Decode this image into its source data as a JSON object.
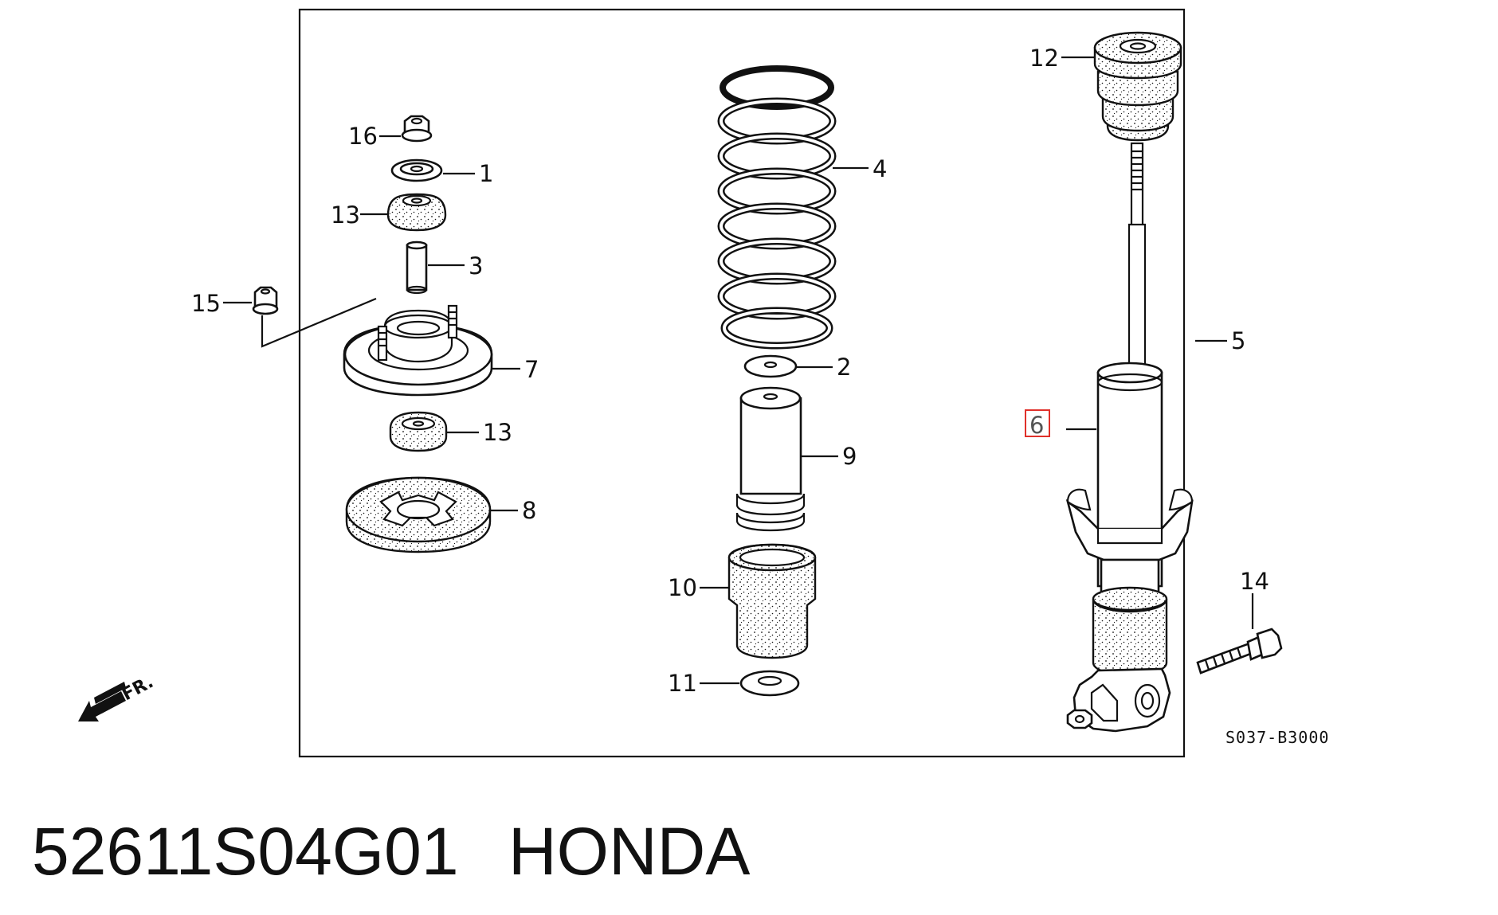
{
  "diagram": {
    "code": "S037-B3000",
    "direction_marker": "FR.",
    "highlighted_callout": "6",
    "callouts": {
      "c1": "1",
      "c2": "2",
      "c3": "3",
      "c4": "4",
      "c5": "5",
      "c6": "6",
      "c7": "7",
      "c8": "8",
      "c9": "9",
      "c10": "10",
      "c11": "11",
      "c12": "12",
      "c13a": "13",
      "c13b": "13",
      "c14": "14",
      "c15": "15",
      "c16": "16"
    },
    "highlight_color": "#e0302a"
  },
  "caption": {
    "part_number": "52611S04G01",
    "brand": "HONDA"
  }
}
